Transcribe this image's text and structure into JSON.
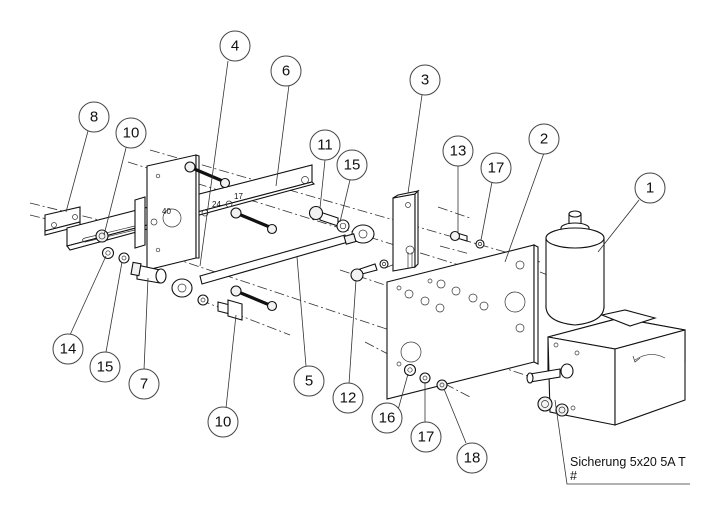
{
  "diagram": {
    "type": "exploded-assembly-drawing",
    "callouts": [
      {
        "id": "c1",
        "label": "1"
      },
      {
        "id": "c2",
        "label": "2"
      },
      {
        "id": "c3",
        "label": "3"
      },
      {
        "id": "c4",
        "label": "4"
      },
      {
        "id": "c5",
        "label": "5"
      },
      {
        "id": "c6",
        "label": "6"
      },
      {
        "id": "c7",
        "label": "7"
      },
      {
        "id": "c8",
        "label": "8"
      },
      {
        "id": "c10a",
        "label": "10"
      },
      {
        "id": "c10b",
        "label": "10"
      },
      {
        "id": "c11",
        "label": "11"
      },
      {
        "id": "c12",
        "label": "12"
      },
      {
        "id": "c13",
        "label": "13"
      },
      {
        "id": "c14",
        "label": "14"
      },
      {
        "id": "c15a",
        "label": "15"
      },
      {
        "id": "c15b",
        "label": "15"
      },
      {
        "id": "c16",
        "label": "16"
      },
      {
        "id": "c17a",
        "label": "17"
      },
      {
        "id": "c17b",
        "label": "17"
      },
      {
        "id": "c18",
        "label": "18"
      }
    ],
    "hole_labels": {
      "h40": "40",
      "h24": "24",
      "h17": "17"
    },
    "note": {
      "line1": "Sicherung 5x20  5A T",
      "line2": "#"
    }
  }
}
